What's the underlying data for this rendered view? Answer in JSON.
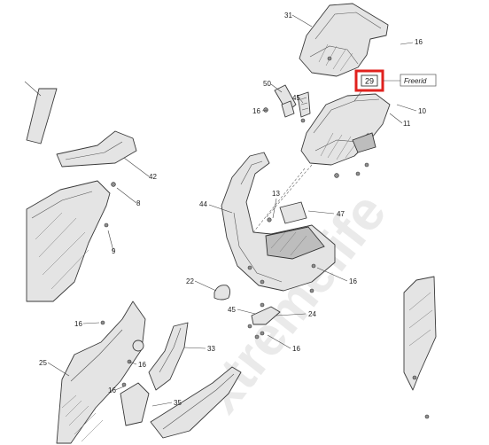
{
  "watermark": "xtremelife",
  "highlight": {
    "number": "29",
    "tag": "Freerid"
  },
  "callouts": {
    "c31": "31",
    "c16a": "16",
    "c50": "50",
    "c45": "45",
    "c16b": "16",
    "c10": "10",
    "c11": "11",
    "c42": "42",
    "c8": "8",
    "c9": "9",
    "c44": "44",
    "c13": "13",
    "c47": "47",
    "c22": "22",
    "c16c": "16",
    "c45b": "45",
    "c24": "24",
    "c16d": "16",
    "c16e": "16",
    "c33": "33",
    "c25": "25",
    "c16f": "16",
    "c16g": "16",
    "c35": "35"
  }
}
